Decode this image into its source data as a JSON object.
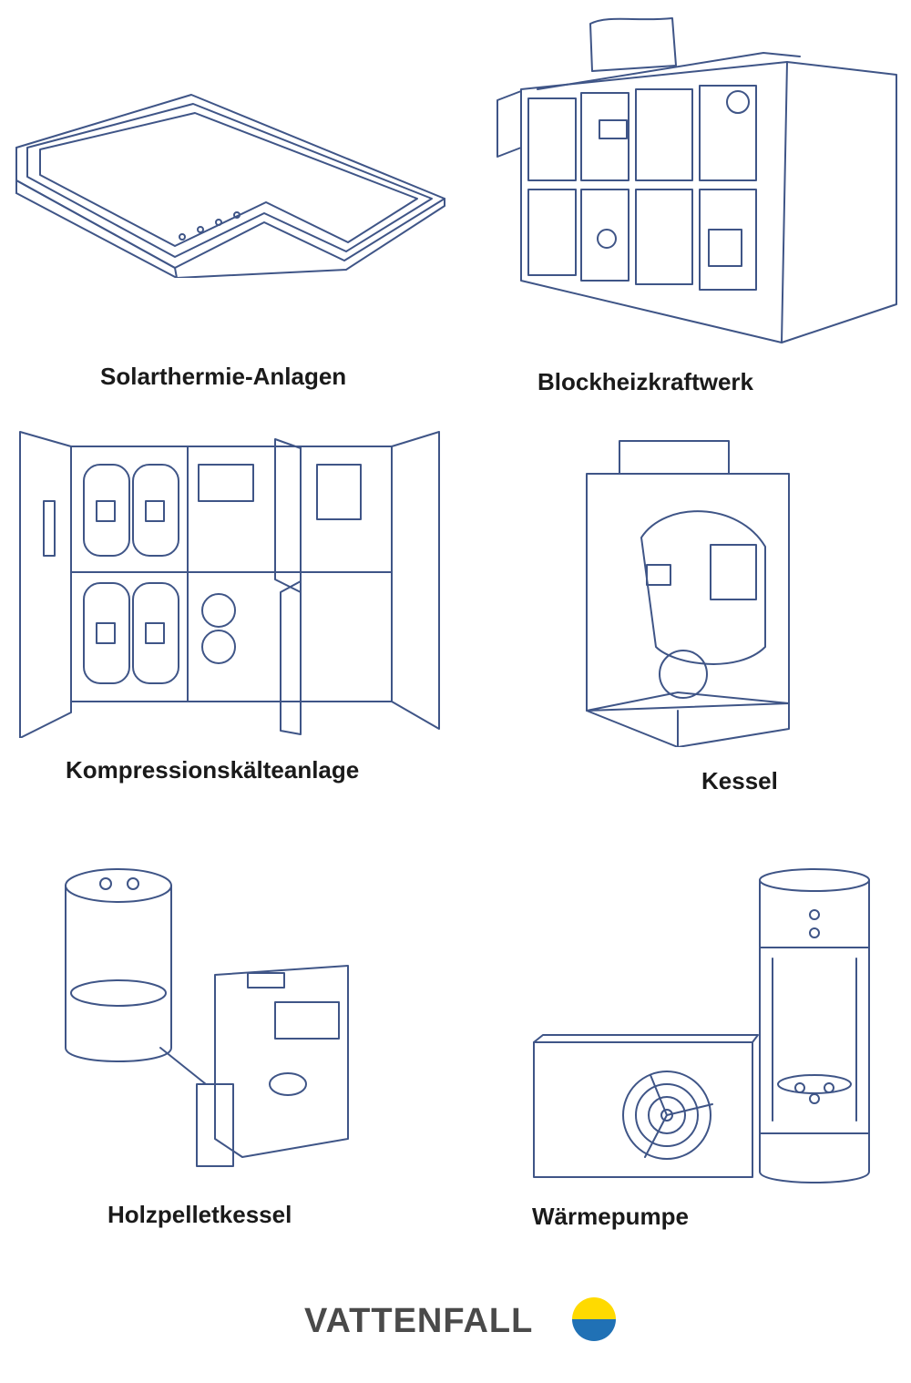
{
  "items": [
    {
      "label": "Solarthermie-Anlagen",
      "icon": "solar-thermal-collector-icon"
    },
    {
      "label": "Blockheizkraftwerk",
      "icon": "combined-heat-power-plant-icon"
    },
    {
      "label": "Kompressionskälteanlage",
      "icon": "compression-chiller-icon"
    },
    {
      "label": "Kessel",
      "icon": "boiler-icon"
    },
    {
      "label": "Holzpelletkessel",
      "icon": "wood-pellet-boiler-icon"
    },
    {
      "label": "Wärmepumpe",
      "icon": "heat-pump-icon"
    }
  ],
  "brand": {
    "name": "VATTENFALL",
    "colors": {
      "yellow": "#ffda00",
      "blue": "#2071b5",
      "text": "#4a4a4a",
      "line": "#3f5587"
    }
  }
}
